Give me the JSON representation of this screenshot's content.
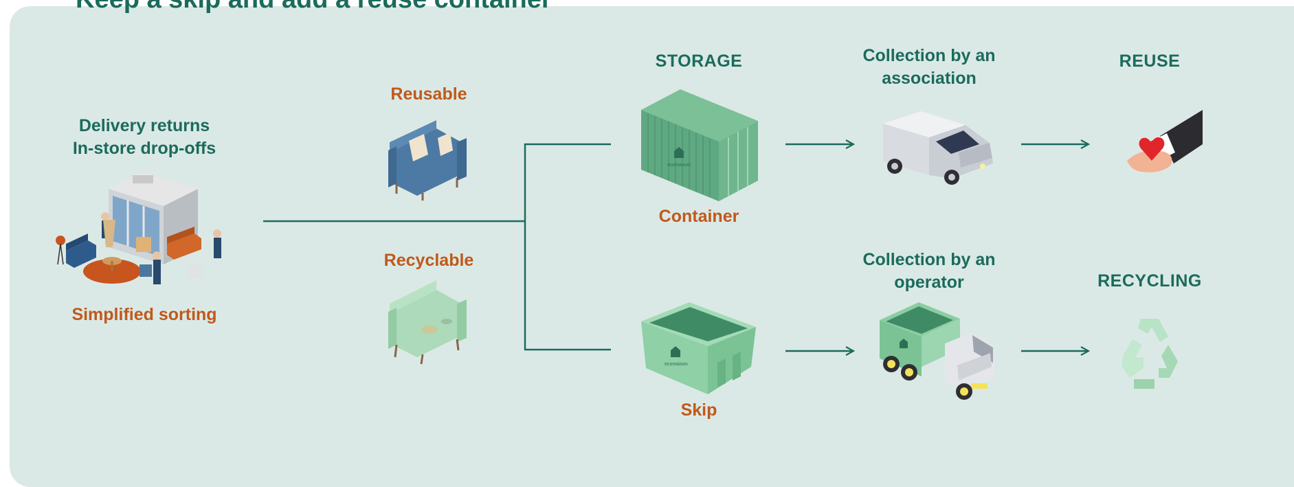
{
  "title": "Keep a skip and add a reuse container",
  "source": {
    "line1": "Delivery returns",
    "line2": "In-store drop-offs",
    "caption": "Simplified sorting"
  },
  "categories": {
    "reusable": "Reusable",
    "recyclable": "Recyclable"
  },
  "storage": {
    "heading": "STORAGE",
    "container": "Container",
    "skip": "Skip"
  },
  "collection": {
    "association_line1": "Collection by an",
    "association_line2": "association",
    "operator_line1": "Collection by an",
    "operator_line2": "operator"
  },
  "outcomes": {
    "reuse": "REUSE",
    "recycling": "RECYCLING"
  },
  "brand_mark": "ecomaison",
  "colors": {
    "panel": "#dbe9e6",
    "teal": "#1b6b5c",
    "orange": "#c0591b",
    "green": "#7fbf98",
    "light_green": "#aee0bf"
  },
  "icons": [
    "store-with-movers-illustration",
    "blue-sofa-icon",
    "green-sofa-icon",
    "shipping-container-icon",
    "open-skip-icon",
    "van-icon",
    "dump-truck-icon",
    "heart-in-hand-icon",
    "recycle-icon"
  ]
}
